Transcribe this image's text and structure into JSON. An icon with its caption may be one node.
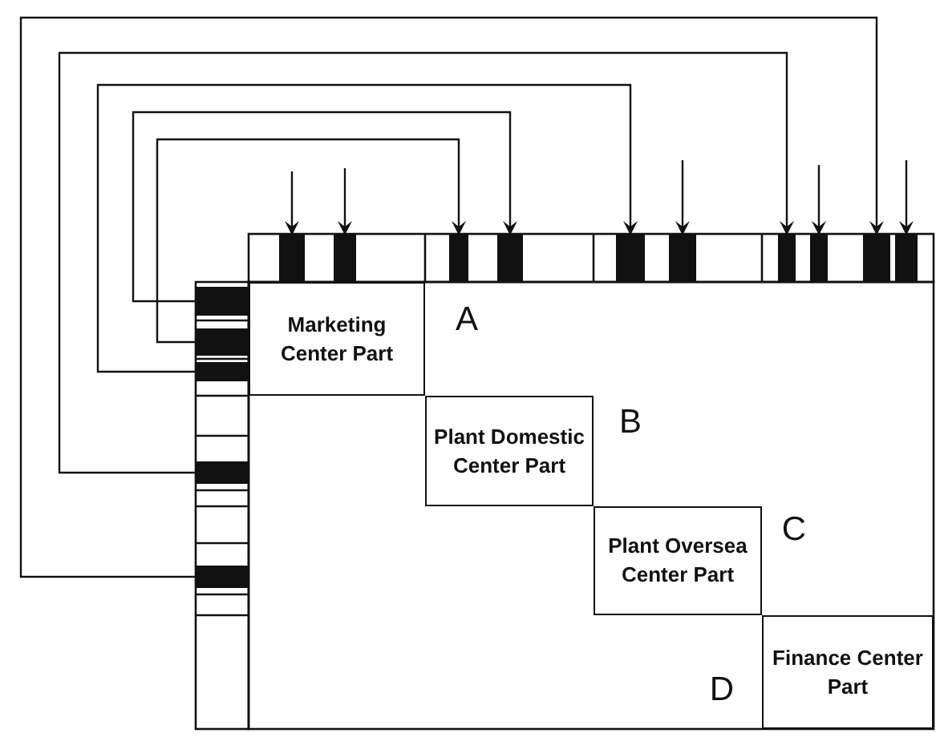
{
  "diagram": {
    "nodes": [
      {
        "text": [
          "Marketing Center Part"
        ]
      },
      {
        "text": [
          "Plant Domestic Center Part"
        ]
      },
      {
        "text": [
          "Plant Oversea Center Part"
        ]
      },
      {
        "text": [
          "Finance Center Part"
        ]
      },
      {
        "text": [],
        "shape": "bar"
      },
      {
        "text": [],
        "shape": "bar"
      },
      {
        "text": [],
        "shape": "bar"
      },
      {
        "text": [],
        "shape": "bar"
      },
      {
        "text": [],
        "shape": "bar"
      },
      {
        "text": [],
        "shape": "bar"
      },
      {
        "text": [],
        "shape": "bar"
      },
      {
        "text": [],
        "shape": "bar"
      },
      {
        "text": [],
        "shape": "bar"
      },
      {
        "text": [],
        "shape": "bar"
      },
      {
        "text": [],
        "shape": "bar"
      },
      {
        "text": [],
        "shape": "bar"
      },
      {
        "text": [],
        "shape": "bar"
      },
      {
        "text": [],
        "shape": "bar"
      },
      {
        "text": [],
        "shape": "bar"
      }
    ],
    "edges": [
      {
        "from": 18,
        "to": 12,
        "arrow": "to"
      },
      {
        "from": 17,
        "to": 10,
        "arrow": "to"
      },
      {
        "from": 16,
        "to": 8,
        "arrow": "to"
      },
      {
        "from": 14,
        "to": 7,
        "arrow": "to"
      },
      {
        "from": 15,
        "to": 6,
        "arrow": "to"
      },
      {
        "from": null,
        "to": 4,
        "arrow": "to"
      },
      {
        "from": null,
        "to": 5,
        "arrow": "to"
      },
      {
        "from": null,
        "to": 9,
        "arrow": "to"
      },
      {
        "from": null,
        "to": 11,
        "arrow": "to"
      },
      {
        "from": null,
        "to": 13,
        "arrow": "to"
      }
    ],
    "labels": [
      "A",
      "B",
      "C",
      "D"
    ]
  }
}
